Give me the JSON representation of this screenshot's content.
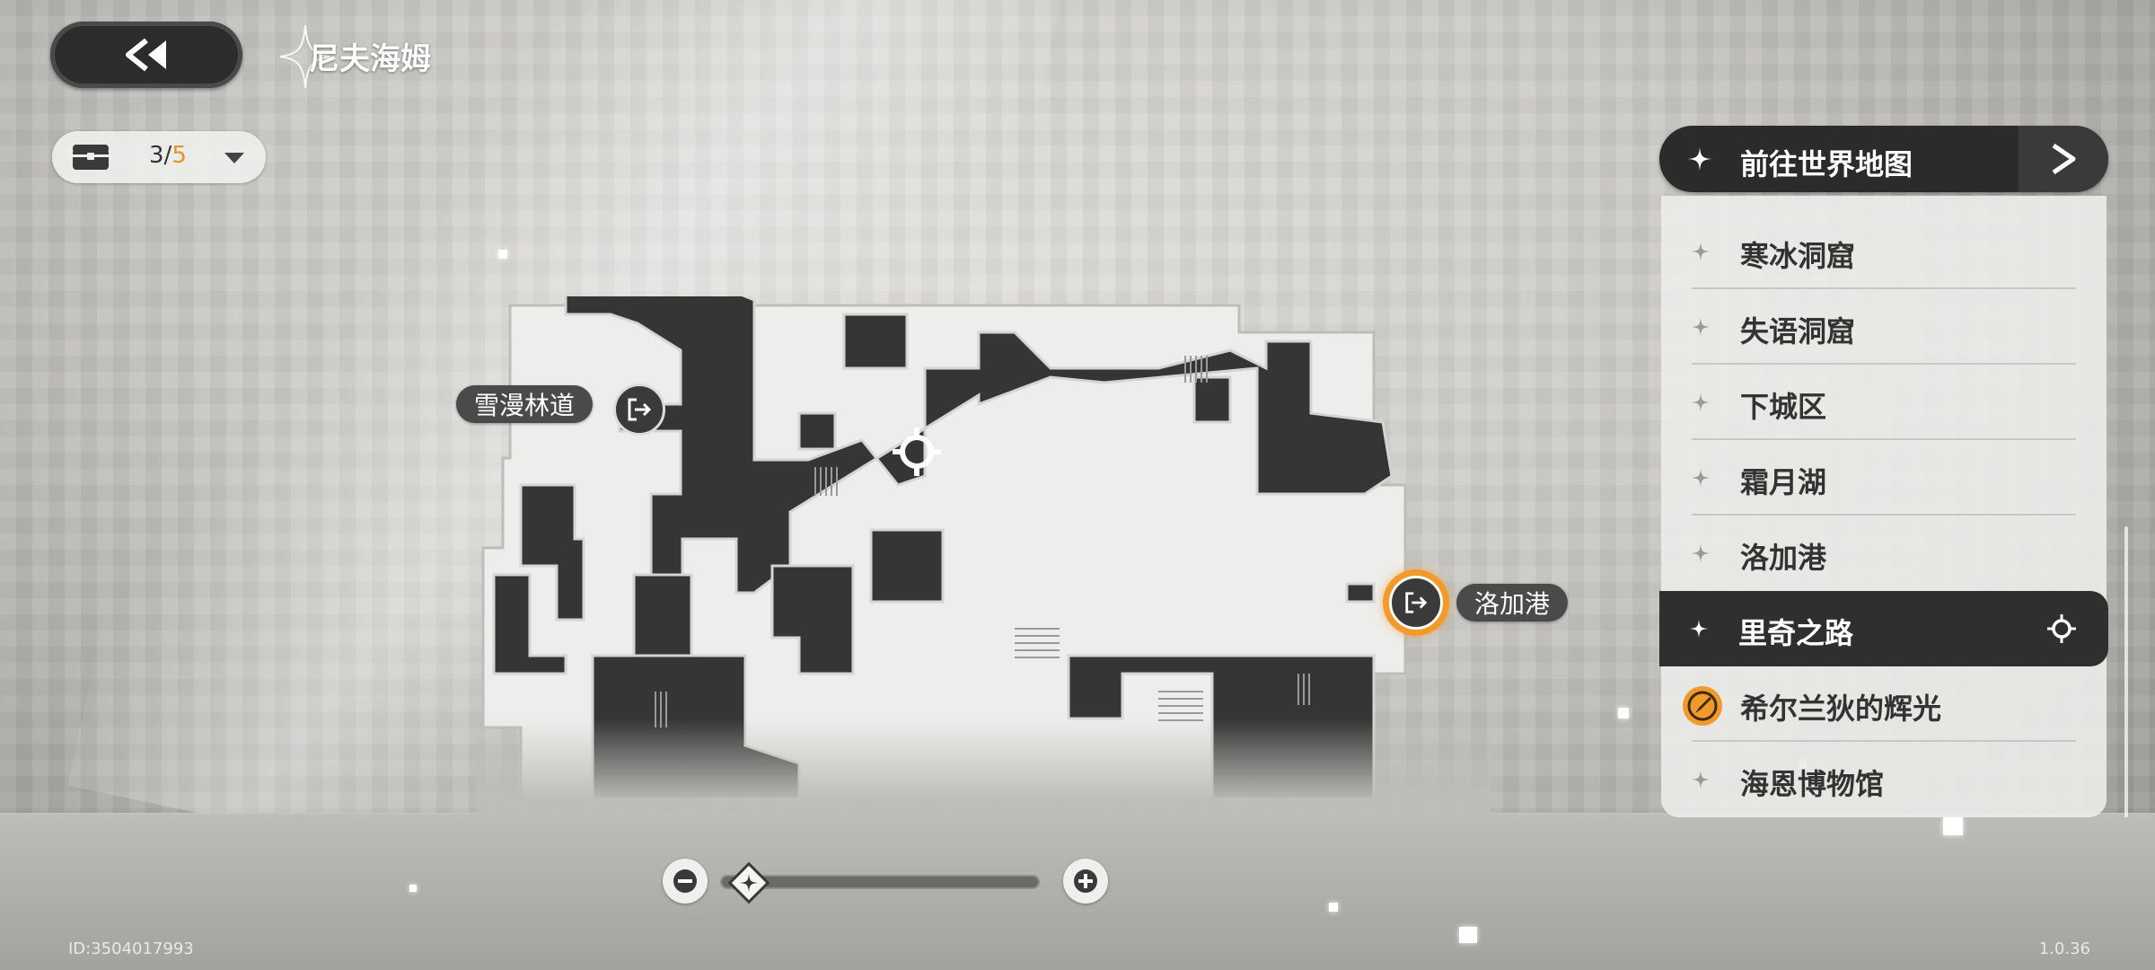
{
  "header": {
    "title": "尼夫海姆",
    "back_icon": "double-chevron-left-icon"
  },
  "chest_counter": {
    "icon": "treasure-chest-icon",
    "current": "3",
    "separator": "/",
    "total": "5",
    "accent_color": "#e8902a"
  },
  "map": {
    "labels": {
      "west_exit": "雪漫林道",
      "east_exit": "洛加港"
    }
  },
  "panel": {
    "header_label": "前往世界地图",
    "items": [
      {
        "label": "寒冰洞窟",
        "active": false
      },
      {
        "label": "失语洞窟",
        "active": false
      },
      {
        "label": "下城区",
        "active": false
      },
      {
        "label": "霜月湖",
        "active": false
      },
      {
        "label": "洛加港",
        "active": false
      },
      {
        "label": "里奇之路",
        "active": true
      },
      {
        "label": "希尔兰狄的辉光",
        "active": false,
        "badge": "quest-compass-icon"
      },
      {
        "label": "海恩博物馆",
        "active": false
      }
    ]
  },
  "zoom": {
    "level": 0.05
  },
  "footer": {
    "id": "ID:3504017993",
    "version": "1.0.36"
  },
  "colors": {
    "accent_orange": "#f39a2a",
    "dark": "#2f2f2f",
    "map_light": "#ececea",
    "map_dark": "#353535"
  }
}
